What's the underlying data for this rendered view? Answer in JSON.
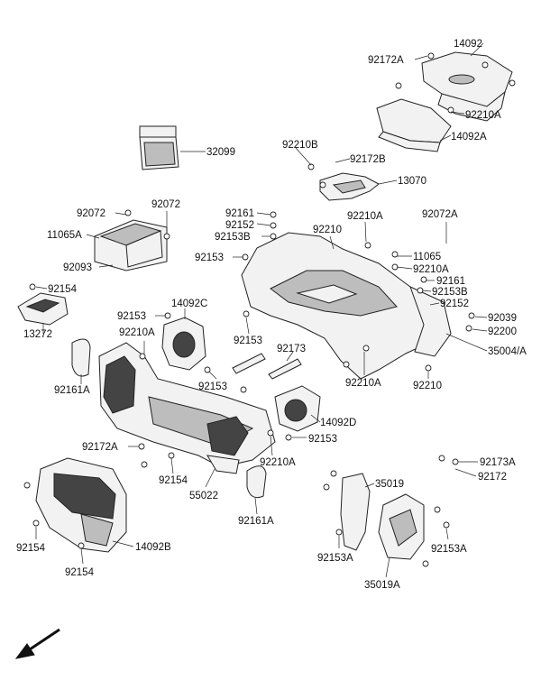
{
  "labels": {
    "l14092": "14092",
    "l92172A_top": "92172A",
    "l92210A_top": "92210A",
    "l14092A": "14092A",
    "l32099": "32099",
    "l92210B": "92210B",
    "l92172B": "92172B",
    "l13070": "13070",
    "l92072_a": "92072",
    "l92072_b": "92072",
    "l11065A": "11065A",
    "l92093": "92093",
    "l92161_a": "92161",
    "l92152_a": "92152",
    "l92153B_a": "92153B",
    "l92153_a": "92153",
    "l92210": "92210",
    "l92210A_b": "92210A",
    "l92072A": "92072A",
    "l11065": "11065",
    "l92210A_c": "92210A",
    "l92161_b": "92161",
    "l92153B_b": "92153B",
    "l92152_b": "92152",
    "l92039": "92039",
    "l92200": "92200",
    "l35004A": "35004/A",
    "l92154_a": "92154",
    "l13272": "13272",
    "l92153_b": "92153",
    "l14092C": "14092C",
    "l92210A_d": "92210A",
    "l92161A_a": "92161A",
    "l92153_c": "92153",
    "l92173": "92173",
    "l92153_d": "92153",
    "l92210A_e": "92210A",
    "l92210_b": "92210",
    "l14092D": "14092D",
    "l92153_e": "92153",
    "l92172A_b": "92172A",
    "l92210A_f": "92210A",
    "l92154_b": "92154",
    "l55022": "55022",
    "l92161A_b": "92161A",
    "l35019": "35019",
    "l92173A": "92173A",
    "l92172": "92172",
    "l92154_c": "92154",
    "l92154_d": "92154",
    "l14092B": "14092B",
    "l92153A_a": "92153A",
    "l92153A_b": "92153A",
    "l35019A": "35019A"
  }
}
